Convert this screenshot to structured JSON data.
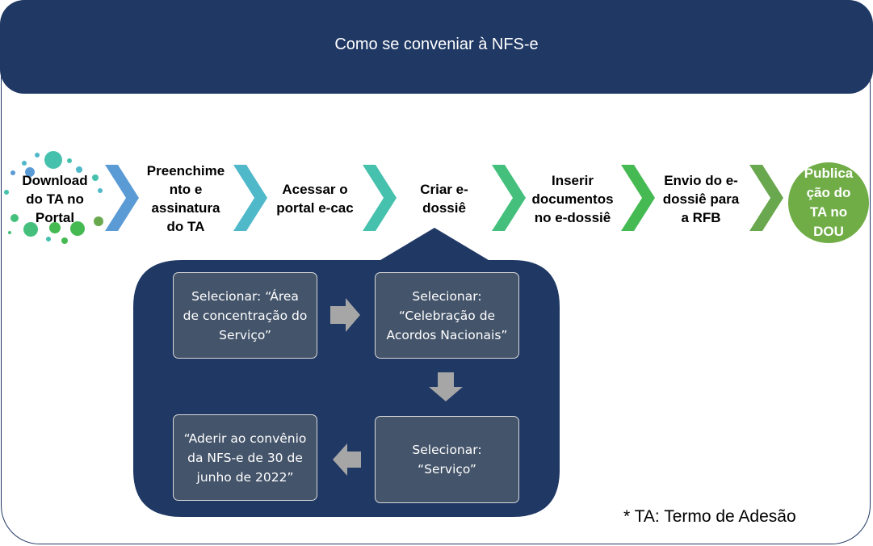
{
  "title": "Como se conveniar à NFS-e",
  "colors": {
    "navy": "#1f3864",
    "box_gray": "#44546a",
    "arrow_gray": "#a6a6a6",
    "chevrons": [
      "#5b9bd5",
      "#4fb8c9",
      "#45c1ad",
      "#44c07c",
      "#45ba53",
      "#6aa84f"
    ],
    "final_circle": "#70ad47"
  },
  "steps": [
    {
      "lines": [
        "Download",
        "do TA no",
        "Portal"
      ]
    },
    {
      "lines": [
        "Preenchime",
        "nto e",
        "assinatura",
        "do TA"
      ]
    },
    {
      "lines": [
        "Acessar o",
        "portal e-cac"
      ]
    },
    {
      "lines": [
        "Criar e-",
        "dossiê"
      ]
    },
    {
      "lines": [
        "Inserir",
        "documentos",
        "no e-dossiê"
      ]
    },
    {
      "lines": [
        "Envio do e-",
        "dossiê para",
        "a RFB"
      ]
    },
    {
      "lines": [
        "Publica",
        "ção do",
        "TA no",
        "DOU"
      ]
    }
  ],
  "substeps": [
    {
      "lines": [
        "Selecionar: “Área",
        "de concentração do",
        "Serviço”"
      ]
    },
    {
      "lines": [
        "Selecionar:",
        "“Celebração de",
        "Acordos Nacionais”"
      ]
    },
    {
      "lines": [
        "Selecionar:",
        "“Serviço”"
      ]
    },
    {
      "lines": [
        "“Aderir ao convênio",
        "da NFS-e de 30 de",
        "junho de 2022”"
      ]
    }
  ],
  "footnote": "* TA: Termo de Adesão"
}
